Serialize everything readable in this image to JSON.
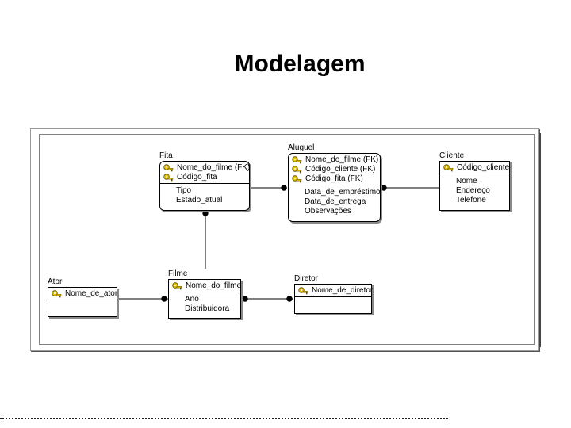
{
  "slide": {
    "title": "Modelagem"
  },
  "entities": {
    "fita": {
      "name": "Fita",
      "keys": [
        "Nome_do_filme (FK)",
        "Código_fita"
      ],
      "attributes": [
        "Tipo",
        "Estado_atual"
      ]
    },
    "aluguel": {
      "name": "Aluguel",
      "keys": [
        "Nome_do_filme (FK)",
        "Código_cliente (FK)",
        "Código_fita (FK)"
      ],
      "attributes": [
        "Data_de_empréstimo",
        "Data_de_entrega",
        "Observações"
      ]
    },
    "cliente": {
      "name": "Cliente",
      "keys": [
        "Código_cliente"
      ],
      "attributes": [
        "Nome",
        "Endereço",
        "Telefone"
      ]
    },
    "ator": {
      "name": "Ator",
      "keys": [
        "Nome_de_ator"
      ],
      "attributes": []
    },
    "filme": {
      "name": "Filme",
      "keys": [
        "Nome_do_filme"
      ],
      "attributes": [
        "Ano",
        "Distribuidora"
      ]
    },
    "diretor": {
      "name": "Diretor",
      "keys": [
        "Nome_de_diretor"
      ],
      "attributes": []
    }
  }
}
